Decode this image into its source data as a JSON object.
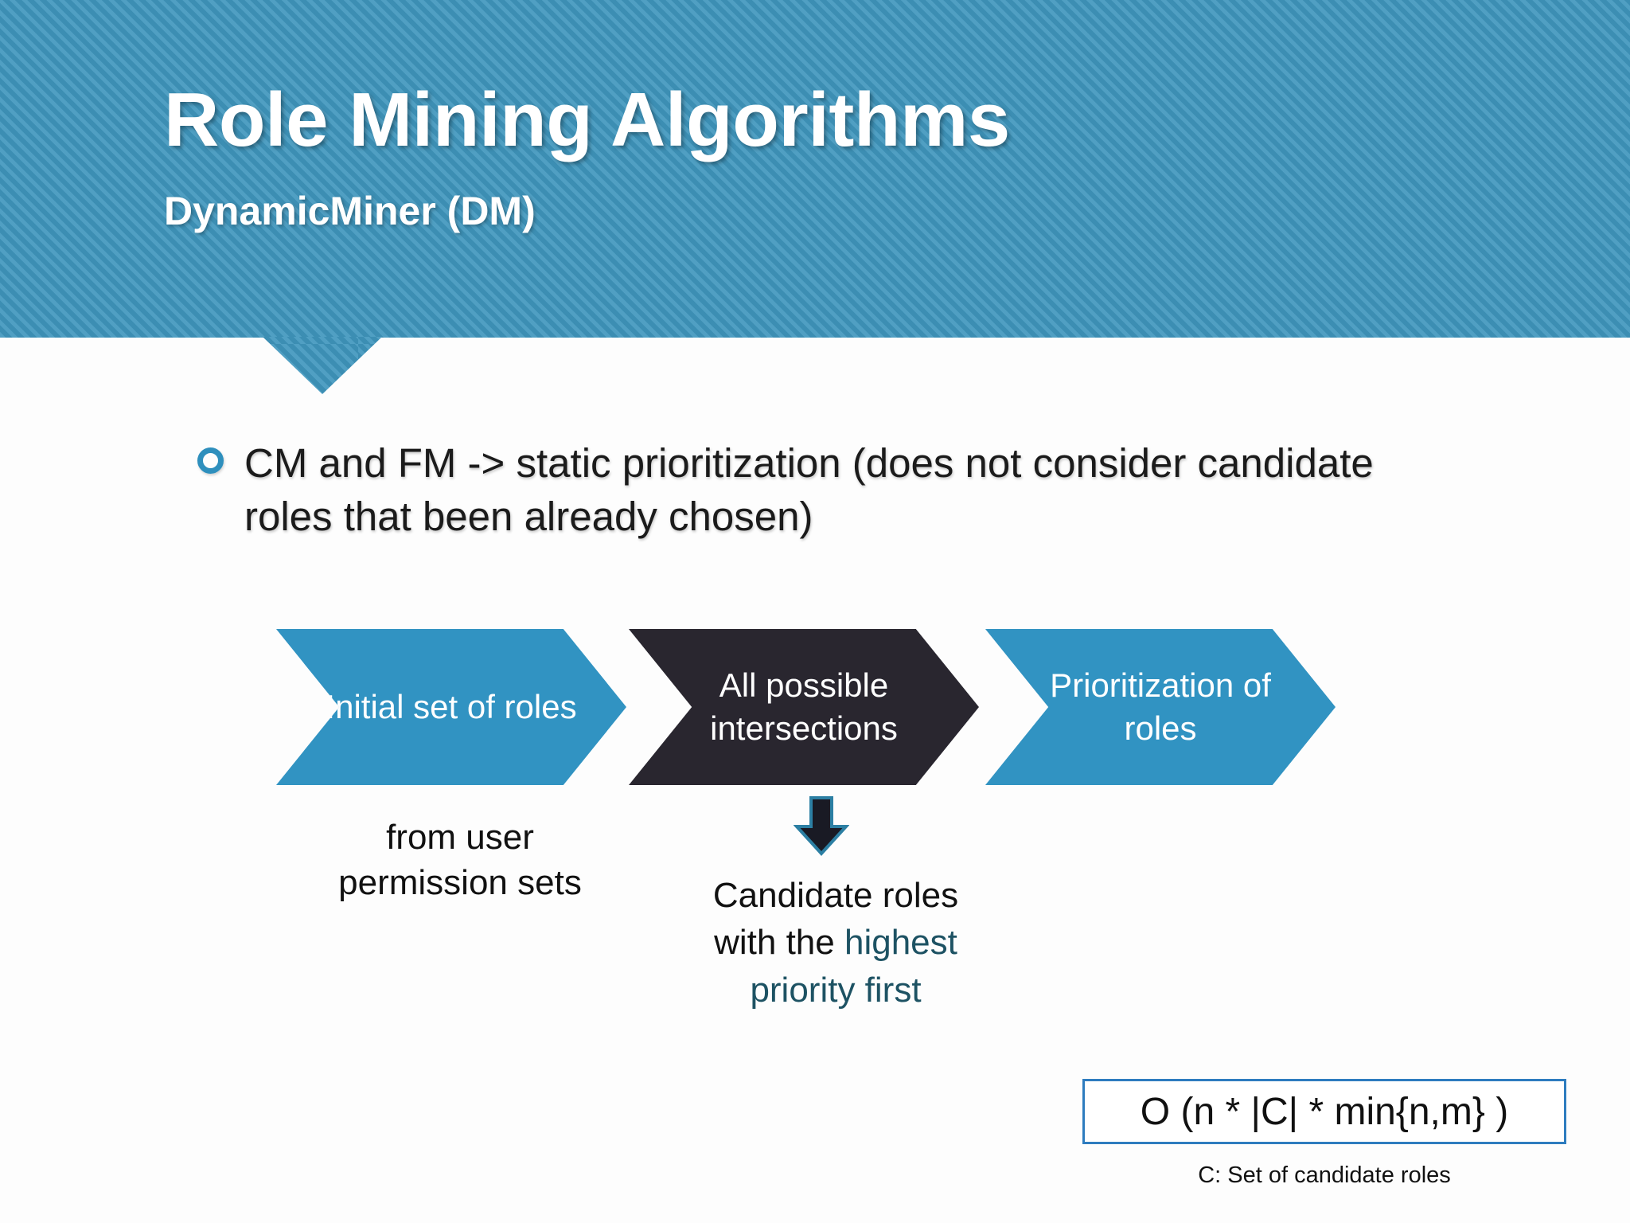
{
  "slide": {
    "title": "Role Mining Algorithms",
    "subtitle": "DynamicMiner (DM)",
    "header_color": "#3f96bd",
    "accent_blue": "#3193c2",
    "accent_dark": "#29262f",
    "accent_teal": "#1d5263",
    "box_border_color": "#2e7cbf"
  },
  "bullet": {
    "marker_icon": "hollow-circle-bullet-icon",
    "text": "CM and FM -> static prioritization (does not consider candidate roles that been already chosen)"
  },
  "process": {
    "steps": [
      {
        "label": "Initial set of roles",
        "color": "#3193c2"
      },
      {
        "label": "All possible intersections",
        "color": "#29262f"
      },
      {
        "label": "Prioritization of roles",
        "color": "#3193c2"
      }
    ],
    "down_arrow_icon": "down-arrow-icon"
  },
  "captions": {
    "left": "from user permission sets",
    "middle_plain_1": "Candidate roles",
    "middle_plain_2": "with the ",
    "middle_accent_1": "highest",
    "middle_accent_2": "priority first"
  },
  "complexity": {
    "formula": "O (n * |C| * min{n,m} )",
    "note": "C: Set of candidate roles"
  }
}
